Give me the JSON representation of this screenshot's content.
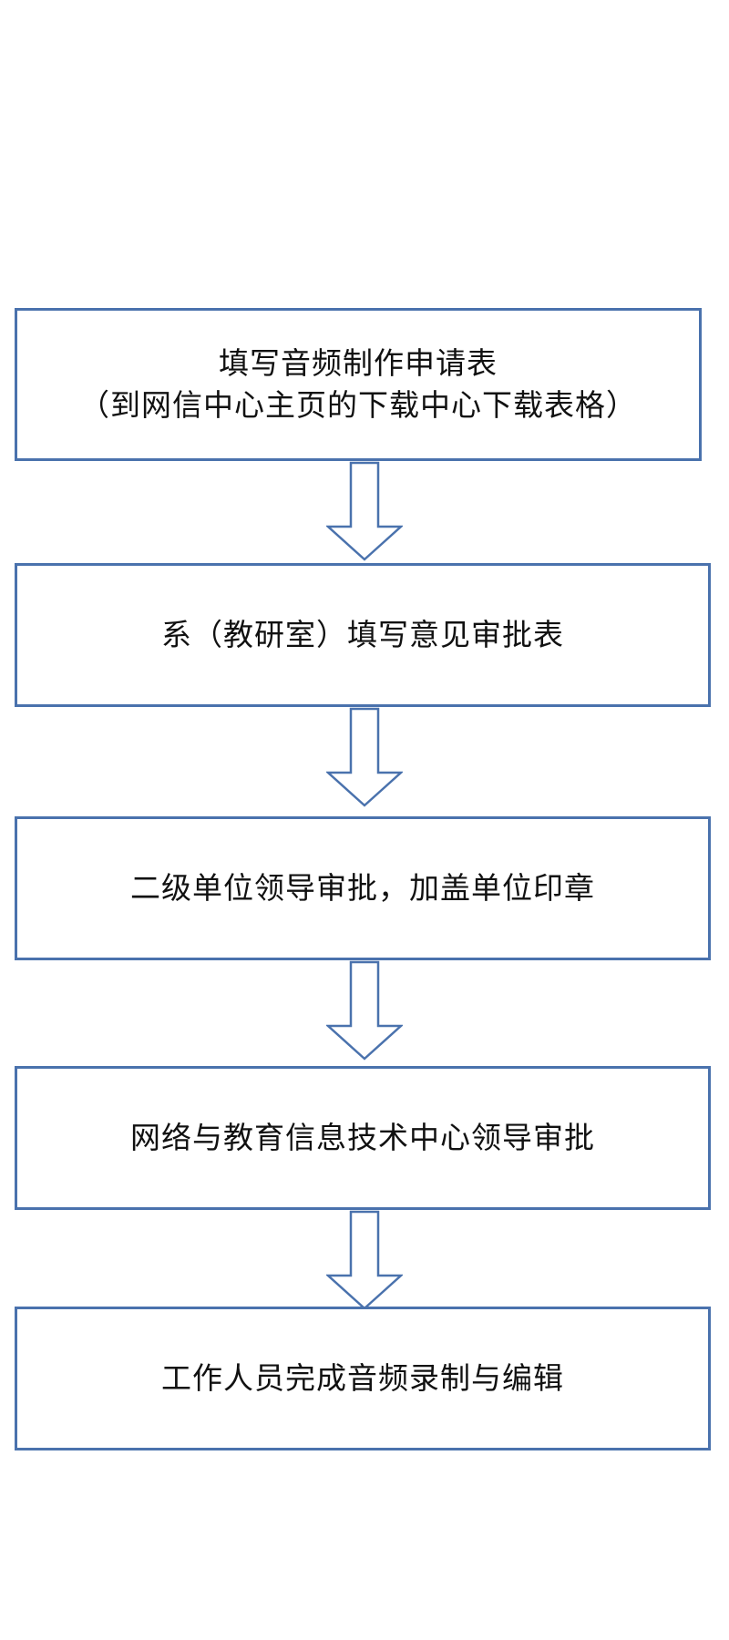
{
  "steps": [
    {
      "lines": [
        "填写音频制作申请表",
        "（到网信中心主页的下载中心下载表格）"
      ]
    },
    {
      "lines": [
        "系（教研室）填写意见审批表"
      ]
    },
    {
      "lines": [
        "二级单位领导审批，加盖单位印章"
      ]
    },
    {
      "lines": [
        "网络与教育信息技术中心领导审批"
      ]
    },
    {
      "lines": [
        "工作人员完成音频录制与编辑"
      ]
    }
  ],
  "colors": {
    "border": "#4a72ad",
    "arrow_stroke": "#4a72ad",
    "text": "#111111",
    "background": "#ffffff"
  },
  "icons": {
    "connector": "down-arrow-icon"
  }
}
